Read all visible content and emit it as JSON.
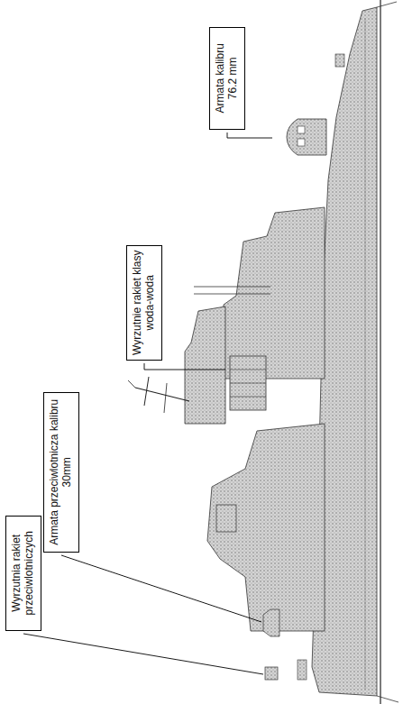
{
  "diagram": {
    "nodes": [
      {
        "text": [
          "Wyrzutnia rakiet przeciwlotniczych"
        ]
      },
      {
        "text": [
          "Armata przeciwlotnicza kalibru 30mm"
        ]
      },
      {
        "text": [
          "Wyrzutnie rakiet klasy woda-woda"
        ]
      },
      {
        "text": [
          "Armata kalibru 76.2 mm"
        ]
      }
    ]
  }
}
